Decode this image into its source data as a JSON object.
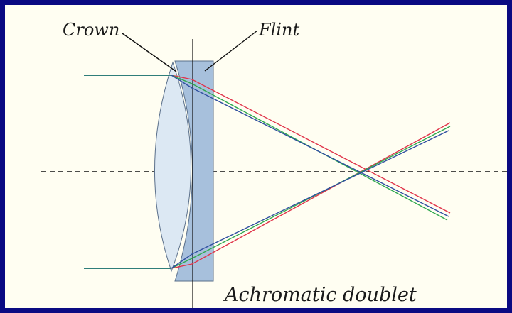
{
  "labels": {
    "crown": "Crown",
    "flint": "Flint",
    "caption": "Achromatic doublet"
  },
  "colors": {
    "frame": "#0a0a82",
    "background": "#fffef2",
    "crown_glass": "#dce8f3",
    "flint_glass": "#a7c0dc",
    "ray_red": "#e0344a",
    "ray_green": "#2fa84f",
    "ray_blue": "#2f4fa0",
    "optical_axis": "#111111"
  }
}
